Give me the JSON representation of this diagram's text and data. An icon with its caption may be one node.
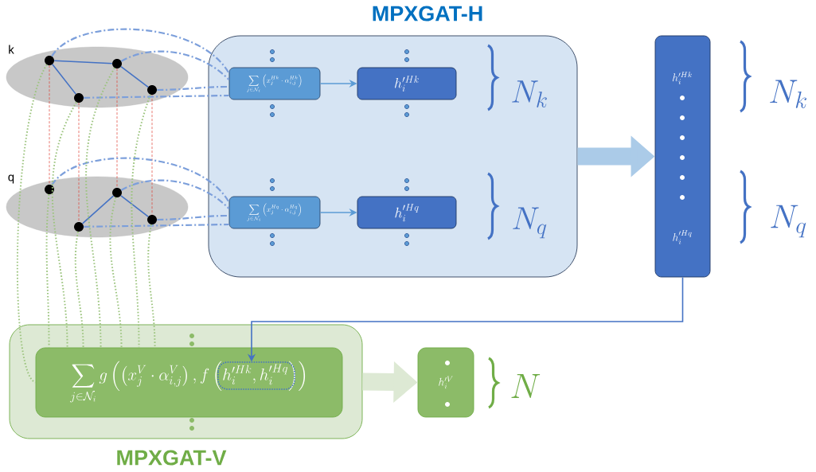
{
  "diagram": {
    "nodes": [
      {
        "text": [
          "MPXGAT-H"
        ]
      },
      {
        "text": [
          "\\sum_{j\\in\\mathcal{N}_i}\\left(x_j^{Hk}\\cdot\\alpha_{i,j}^{Hk}\\right)"
        ],
        "in": 0
      },
      {
        "text": [
          "h_i^{\\prime Hk}"
        ],
        "in": 0
      },
      {
        "text": [
          "\\sum_{j\\in\\mathcal{N}_i}\\left(x_j^{Hq}\\cdot\\alpha_{i,j}^{Hq}\\right)"
        ],
        "in": 0
      },
      {
        "text": [
          "h_i^{\\prime Hq}"
        ],
        "in": 0
      },
      {
        "text": [
          "h_i^{\\prime Hk}",
          "h_i^{\\prime Hq}"
        ]
      },
      {
        "text": [
          "MPXGAT-V"
        ]
      },
      {
        "text": [
          "\\sum_{j\\in\\mathcal{N}_i} g\\left(\\left(x_j^{V}\\cdot\\alpha_{i,j}^{V}\\right), f\\left(h_i^{\\prime Hk}, h_i^{\\prime Hq}\\right)\\right)"
        ],
        "in": 6
      },
      {
        "text": [
          "h_i^{\\prime V}"
        ]
      },
      {
        "text": [
          "k"
        ]
      },
      {
        "text": [
          "q"
        ]
      },
      {
        "text": [],
        "shape": "circle",
        "in": 9
      },
      {
        "text": [],
        "shape": "circle",
        "in": 9
      },
      {
        "text": [],
        "shape": "circle",
        "in": 9
      },
      {
        "text": [],
        "shape": "circle",
        "in": 9
      },
      {
        "text": [],
        "shape": "circle",
        "in": 10
      },
      {
        "text": [],
        "shape": "circle",
        "in": 10
      },
      {
        "text": [],
        "shape": "circle",
        "in": 10
      },
      {
        "text": [],
        "shape": "circle",
        "in": 10
      }
    ],
    "edges": [
      {
        "from": 1,
        "to": 2,
        "arrow": "to",
        "color": "#5b9bd5"
      },
      {
        "from": 3,
        "to": 4,
        "arrow": "to",
        "color": "#5b9bd5"
      },
      {
        "from": 0,
        "to": 5,
        "arrow": "to",
        "style": "thick",
        "color": "#abcbe8"
      },
      {
        "from": 5,
        "to": 7,
        "arrow": "to"
      },
      {
        "from": 6,
        "to": 8,
        "arrow": "to",
        "style": "thick",
        "color": "#dde9d4"
      },
      {
        "from": 11,
        "to": 12,
        "arrow": "none"
      },
      {
        "from": 11,
        "to": 13,
        "arrow": "none"
      },
      {
        "from": 12,
        "to": 14,
        "arrow": "none"
      },
      {
        "from": 16,
        "to": 17,
        "arrow": "none"
      },
      {
        "from": 16,
        "to": 18,
        "arrow": "none"
      },
      {
        "from": 11,
        "to": 15,
        "arrow": "none",
        "style": "dashed",
        "color": "#e03c31"
      },
      {
        "from": 12,
        "to": 16,
        "arrow": "none",
        "style": "dashed",
        "color": "#e03c31"
      },
      {
        "from": 13,
        "to": 17,
        "arrow": "none",
        "style": "dashed",
        "color": "#e03c31"
      },
      {
        "from": 14,
        "to": 18,
        "arrow": "none",
        "style": "dashed",
        "color": "#e03c31"
      },
      {
        "from": 11,
        "to": 1,
        "arrow": "none",
        "style": "dashed",
        "color": "#7c9fdb"
      },
      {
        "from": 12,
        "to": 1,
        "arrow": "none",
        "style": "dashed",
        "color": "#7c9fdb"
      },
      {
        "from": 14,
        "to": 1,
        "arrow": "none",
        "style": "dashed",
        "color": "#7c9fdb"
      },
      {
        "from": 13,
        "to": 1,
        "arrow": "none",
        "style": "dashed",
        "color": "#7c9fdb"
      },
      {
        "from": 15,
        "to": 3,
        "arrow": "none",
        "style": "dashed",
        "color": "#7c9fdb"
      },
      {
        "from": 16,
        "to": 3,
        "arrow": "none",
        "style": "dashed",
        "color": "#7c9fdb"
      },
      {
        "from": 18,
        "to": 3,
        "arrow": "none",
        "style": "dashed",
        "color": "#7c9fdb"
      },
      {
        "from": 17,
        "to": 3,
        "arrow": "none",
        "style": "dashed",
        "color": "#7c9fdb"
      },
      {
        "from": 11,
        "to": 7,
        "arrow": "none",
        "style": "dashed",
        "color": "#9cc47e"
      },
      {
        "from": 15,
        "to": 7,
        "arrow": "none",
        "style": "dashed",
        "color": "#9cc47e"
      },
      {
        "from": 13,
        "to": 7,
        "arrow": "none",
        "style": "dashed",
        "color": "#9cc47e"
      },
      {
        "from": 17,
        "to": 7,
        "arrow": "none",
        "style": "dashed",
        "color": "#9cc47e"
      },
      {
        "from": 12,
        "to": 7,
        "arrow": "none",
        "style": "dashed",
        "color": "#9cc47e"
      },
      {
        "from": 16,
        "to": 7,
        "arrow": "none",
        "style": "dashed",
        "color": "#9cc47e"
      },
      {
        "from": 14,
        "to": 7,
        "arrow": "none",
        "style": "dashed",
        "color": "#9cc47e"
      },
      {
        "from": 18,
        "to": 7,
        "arrow": "none",
        "style": "dashed",
        "color": "#9cc47e"
      }
    ],
    "labels": [
      "N_k",
      "N_q",
      "N_k",
      "N_q",
      "N"
    ]
  }
}
